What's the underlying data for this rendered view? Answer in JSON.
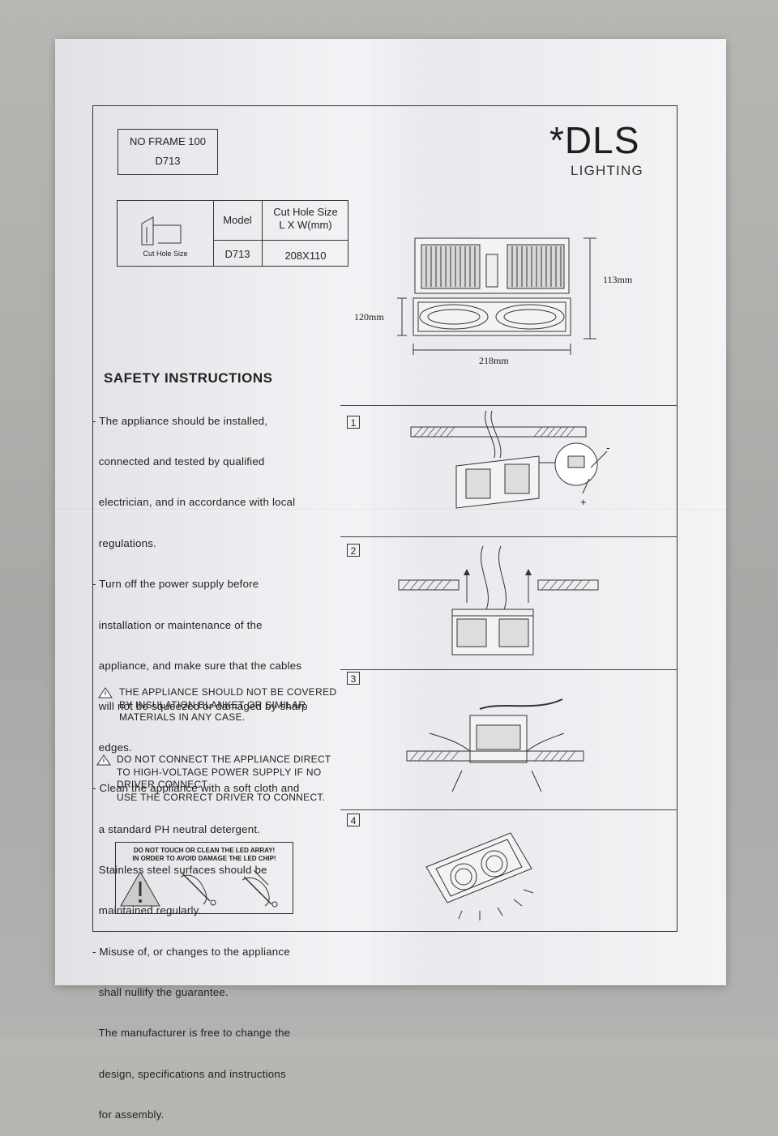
{
  "header": {
    "product_name": "NO FRAME 100",
    "product_code": "D713",
    "brand_mark": "*DLS",
    "brand_sub": "LIGHTING"
  },
  "cut_table": {
    "image_caption": "Cut Hole Size",
    "col_model": "Model",
    "col_size_line1": "Cut Hole Size",
    "col_size_line2": "L X W(mm)",
    "model_value": "D713",
    "size_value": "208X110"
  },
  "dimensions": {
    "depth": "113mm",
    "height": "120mm",
    "length": "218mm"
  },
  "safety": {
    "title": "SAFETY INSTRUCTIONS",
    "lines": [
      "- The appliance should be installed,",
      "  connected and tested by qualified",
      "  electrician, and in accordance with local",
      "  regulations.",
      "- Turn off the power supply before",
      "  installation or maintenance of the",
      "  appliance, and make sure that the cables",
      "  will not be squeezed or damaged by sharp",
      "  edges.",
      "- Clean the appliance with a soft cloth and",
      "  a standard PH neutral detergent.",
      "  Stainless steel surfaces should be",
      "  maintained regularly.",
      "- Misuse of, or changes to the appliance",
      "  shall nullify the guarantee.",
      "  The manufacturer is free to change the",
      "  design, specifications and instructions",
      "  for assembly."
    ]
  },
  "warnings": {
    "cover": [
      "THE APPLIANCE SHOULD NOT BE COVERED",
      "BY INSULATION BLANKET OR SIMILAR",
      "MATERIALS IN ANY CASE."
    ],
    "connect": [
      "DO NOT CONNECT THE APPLIANCE DIRECT",
      "TO HIGH-VOLTAGE POWER SUPPLY IF NO",
      "DRIVER CONNECT.",
      "USE THE CORRECT DRIVER TO CONNECT."
    ],
    "led_line1": "DO NOT TOUCH OR CLEAN THE LED ARRAY!",
    "led_line2": "IN ORDER TO AVOID DAMAGE THE LED CHIP!"
  },
  "steps": {
    "s1": "1",
    "s2": "2",
    "s3": "3",
    "s4": "4",
    "minus": "-",
    "plus": "+"
  }
}
